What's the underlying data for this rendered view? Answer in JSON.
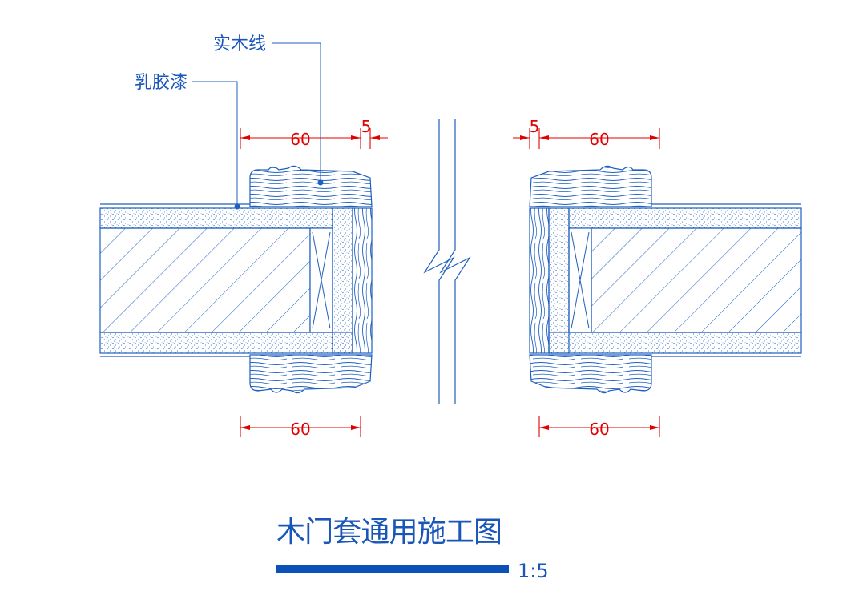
{
  "labels": {
    "solid_wood_trim": "实木线",
    "latex_paint": "乳胶漆"
  },
  "dimensions": {
    "left_top_width": "60",
    "left_top_gap": "5",
    "right_top_width": "60",
    "right_top_gap": "5",
    "left_bottom_width": "60",
    "right_bottom_width": "60"
  },
  "title": "木门套通用施工图",
  "scale": "1:5",
  "colors": {
    "linework": "#1f5fbf",
    "dimension": "#e00000",
    "text": "#1a56b8",
    "scale_bar": "#0a52b8"
  }
}
